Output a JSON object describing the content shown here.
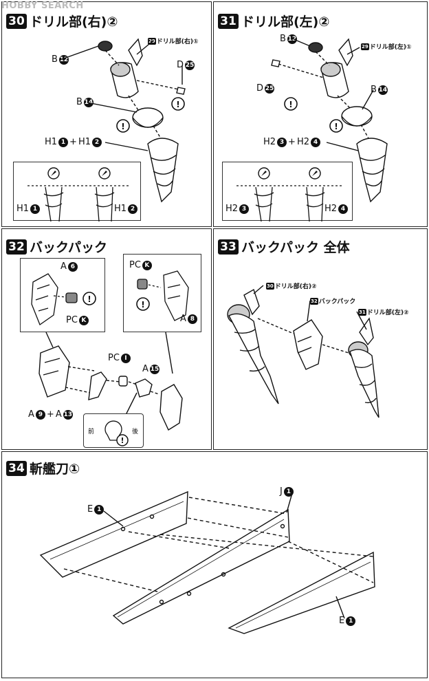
{
  "watermark": "HOBBY SEARCH",
  "steps": [
    {
      "num": "30",
      "title": "ドリル部(右)②",
      "ref": {
        "num": "29",
        "text": "ドリル部(右)①"
      },
      "labels": [
        {
          "text": "B",
          "part": "12"
        },
        {
          "text": "D",
          "part": "25"
        },
        {
          "text": "B",
          "part": "14"
        }
      ],
      "combo": {
        "a": "H1",
        "a_part": "1",
        "plus": "+",
        "b": "H1",
        "b_part": "2"
      },
      "inset_labels": [
        {
          "text": "H1",
          "part": "1"
        },
        {
          "text": "H1",
          "part": "2"
        }
      ]
    },
    {
      "num": "31",
      "title": "ドリル部(左)②",
      "ref": {
        "num": "29",
        "text": "ドリル部(左)①"
      },
      "labels": [
        {
          "text": "B",
          "part": "12"
        },
        {
          "text": "D",
          "part": "25"
        },
        {
          "text": "B",
          "part": "14"
        }
      ],
      "combo": {
        "a": "H2",
        "a_part": "3",
        "plus": "+",
        "b": "H2",
        "b_part": "4"
      },
      "inset_labels": [
        {
          "text": "H2",
          "part": "3"
        },
        {
          "text": "H2",
          "part": "4"
        }
      ]
    },
    {
      "num": "32",
      "title": "バックパック",
      "labels": [
        {
          "text": "A",
          "part": "6"
        },
        {
          "text": "PC",
          "part": "K"
        },
        {
          "text": "PC",
          "part": "K"
        },
        {
          "text": "A",
          "part": "8"
        },
        {
          "text": "PC",
          "part": "I"
        },
        {
          "text": "A",
          "part": "15"
        }
      ],
      "combo": {
        "a": "A",
        "a_part": "9",
        "plus": "+",
        "b": "A",
        "b_part": "13"
      },
      "front": "前",
      "back": "後"
    },
    {
      "num": "33",
      "title": "バックパック 全体",
      "refs": [
        {
          "num": "30",
          "text": "ドリル部(右)②"
        },
        {
          "num": "32",
          "text": "バックパック"
        },
        {
          "num": "31",
          "text": "ドリル部(左)②"
        }
      ]
    },
    {
      "num": "34",
      "title": "斬艦刀①",
      "labels": [
        {
          "text": "E",
          "part": "1"
        },
        {
          "text": "J",
          "part": "1"
        },
        {
          "text": "E",
          "part": "1"
        }
      ]
    }
  ],
  "icons": [
    "caution-icon",
    "hammer-icon"
  ]
}
